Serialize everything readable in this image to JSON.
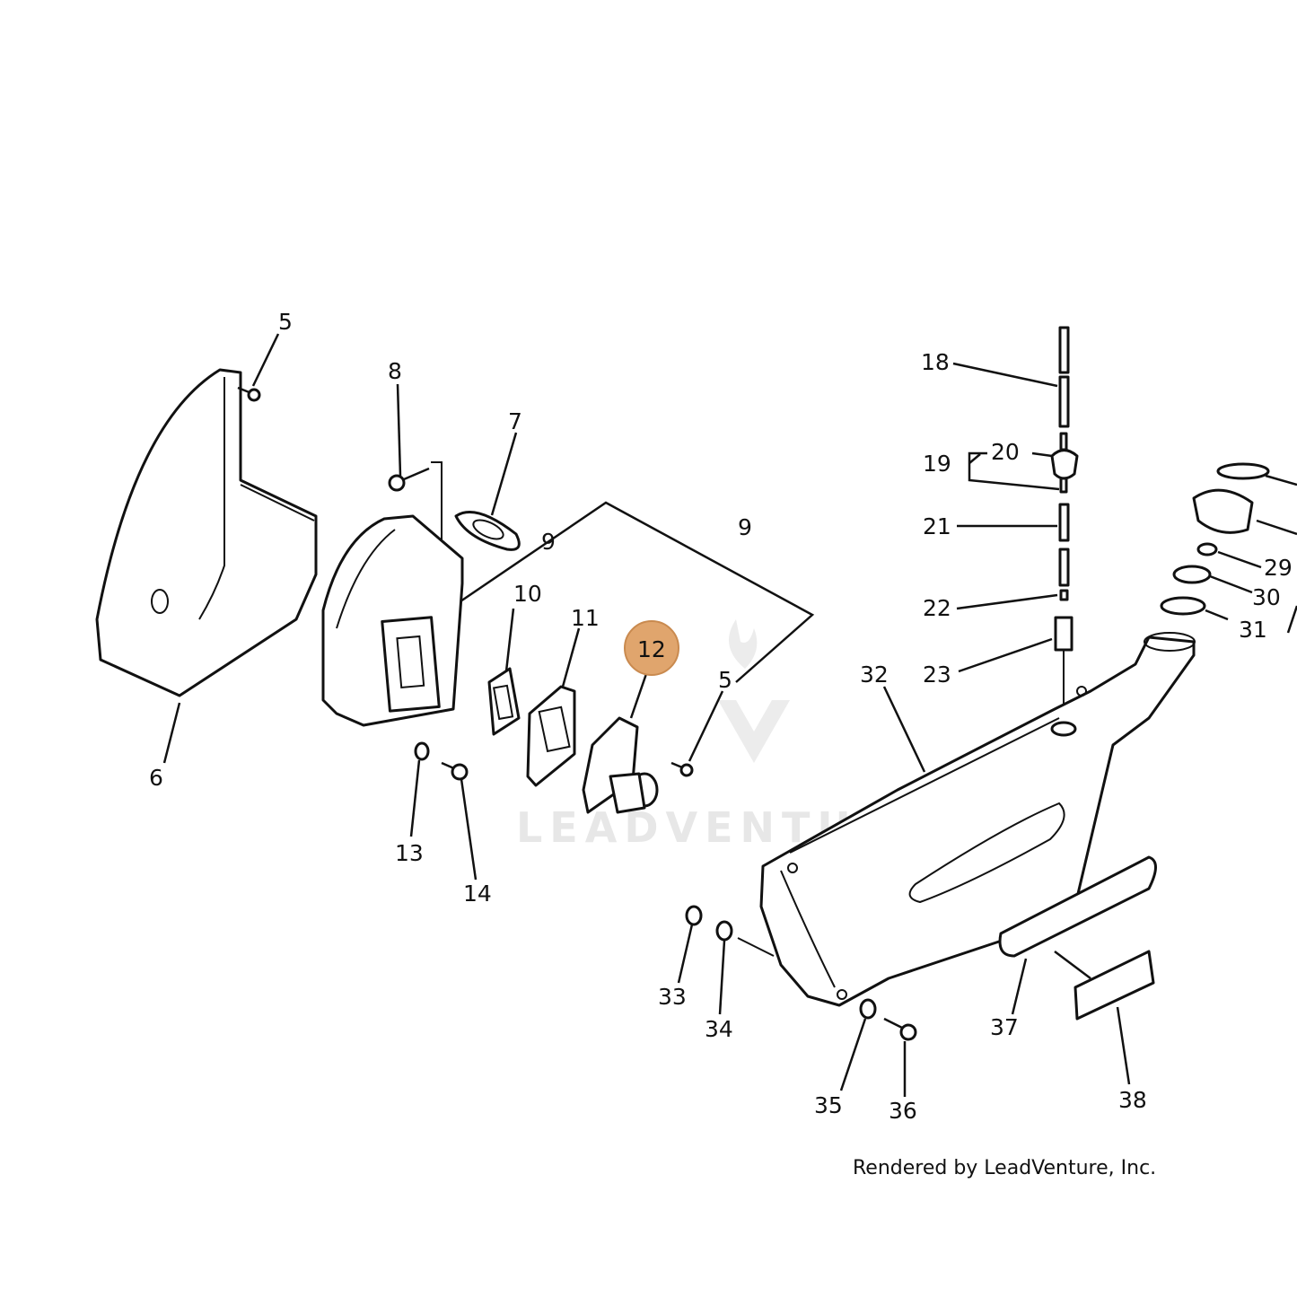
{
  "diagram": {
    "callouts": [
      "5",
      "8",
      "7",
      "9",
      "9",
      "10",
      "11",
      "12",
      "5",
      "6",
      "13",
      "14",
      "18",
      "19",
      "20",
      "21",
      "22",
      "23",
      "32",
      "29",
      "30",
      "31",
      "33",
      "34",
      "35",
      "36",
      "37",
      "38"
    ],
    "highlighted_callout": "12",
    "highlight_color": "#e0a56d",
    "watermark": "LEADVENTURE",
    "credit": "Rendered by LeadVenture, Inc."
  }
}
